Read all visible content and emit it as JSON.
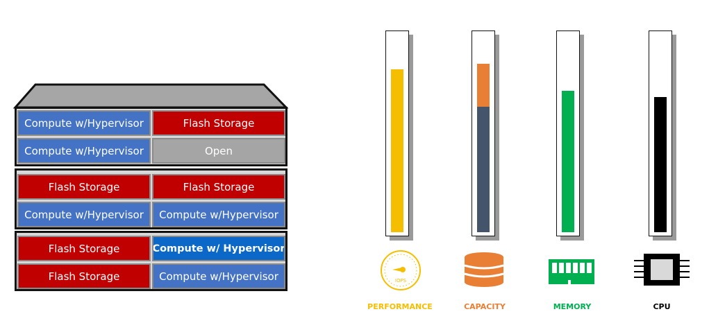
{
  "rack": {
    "chassis_1": {
      "row_1": {
        "left": "Compute w/Hypervisor",
        "right": "Flash Storage"
      },
      "row_2": {
        "left": "Compute w/Hypervisor",
        "right": "Open"
      }
    },
    "chassis_2": {
      "row_1": {
        "left": "Flash Storage",
        "right": "Flash Storage"
      },
      "row_2": {
        "left": "Compute w/Hypervisor",
        "right": "Compute w/Hypervisor"
      }
    },
    "chassis_3": {
      "row_1": {
        "left": "Flash Storage",
        "right": "Compute w/ Hypervisor"
      },
      "row_2": {
        "left": "Flash Storage",
        "right": "Compute w/Hypervisor"
      }
    }
  },
  "gauges": [
    {
      "label": "PERFORMANCE",
      "level": 0.83,
      "color": "#f6be00",
      "icon": "speedometer-icon",
      "icon_text": "IOPS"
    },
    {
      "label": "CAPACITY",
      "level": 0.86,
      "used_level": 0.64,
      "color": "#e97f35",
      "used_color": "#44546a",
      "icon": "database-icon"
    },
    {
      "label": "MEMORY",
      "level": 0.72,
      "color": "#00b050",
      "icon": "memory-module-icon"
    },
    {
      "label": "CPU",
      "level": 0.69,
      "color": "#000000",
      "icon": "cpu-chip-icon"
    }
  ],
  "colors": {
    "compute": "#4472c4",
    "flash": "#c00000",
    "open": "#a5a5a5",
    "performance": "#f6be00",
    "capacity": "#e97f35",
    "memory": "#00b050",
    "cpu": "#000000"
  }
}
